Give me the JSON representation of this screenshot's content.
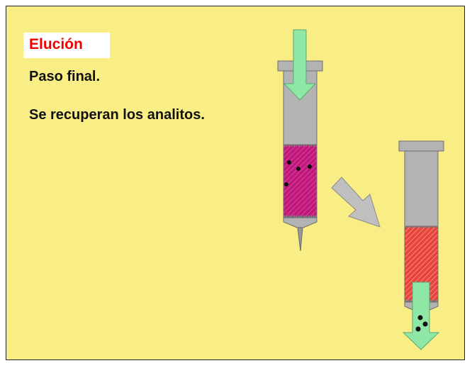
{
  "slide": {
    "title": "Elución",
    "line1": "Paso final.",
    "line2": "Se recuperan los analitos."
  },
  "colors": {
    "background": "#f9ee86",
    "title": "#ee0000",
    "syringe_body": "#b3b3b3",
    "sorbent_left": "#c0177a",
    "sorbent_right": "#e8433a",
    "flow_arrow": "#8fe7a6",
    "transfer_arrow": "#bfbfbf"
  },
  "icons": [
    "down-arrow-icon",
    "syringe-icon",
    "diagonal-arrow-icon"
  ]
}
